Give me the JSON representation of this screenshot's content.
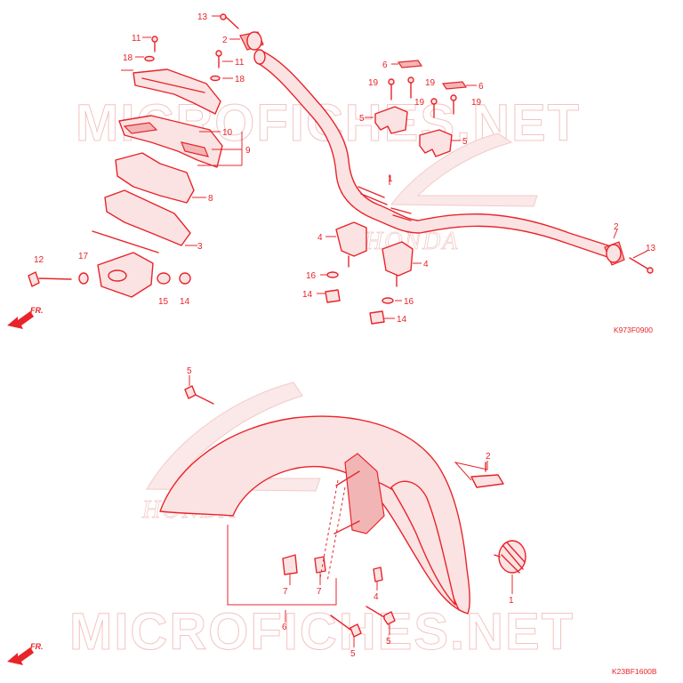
{
  "watermark": {
    "text": "MICROFICHES.NET"
  },
  "logo_text": "HONDA",
  "direction": {
    "label": "FR."
  },
  "diagram_top": {
    "code": "K973F0900",
    "labels": {
      "c1": "1",
      "c2a": "2",
      "c2b": "2",
      "c3": "3",
      "c4a": "4",
      "c4b": "4",
      "c5a": "5",
      "c5b": "5",
      "c6a": "6",
      "c6b": "6",
      "c8": "8",
      "c9": "9",
      "c10": "10",
      "c11a": "11",
      "c11b": "11",
      "c12": "12",
      "c13a": "13",
      "c13b": "13",
      "c14a": "14",
      "c14b": "14",
      "c14c": "14",
      "c15": "15",
      "c16a": "16",
      "c16b": "16",
      "c17": "17",
      "c18a": "18",
      "c18b": "18",
      "c19a": "19",
      "c19b": "19",
      "c19c": "19",
      "c19d": "19"
    }
  },
  "diagram_bottom": {
    "code": "K23BF1600B",
    "labels": {
      "c1": "1",
      "c2": "2",
      "c4": "4",
      "c5a": "5",
      "c5b": "5",
      "c5c": "5",
      "c6": "6",
      "c7a": "7",
      "c7b": "7"
    }
  }
}
